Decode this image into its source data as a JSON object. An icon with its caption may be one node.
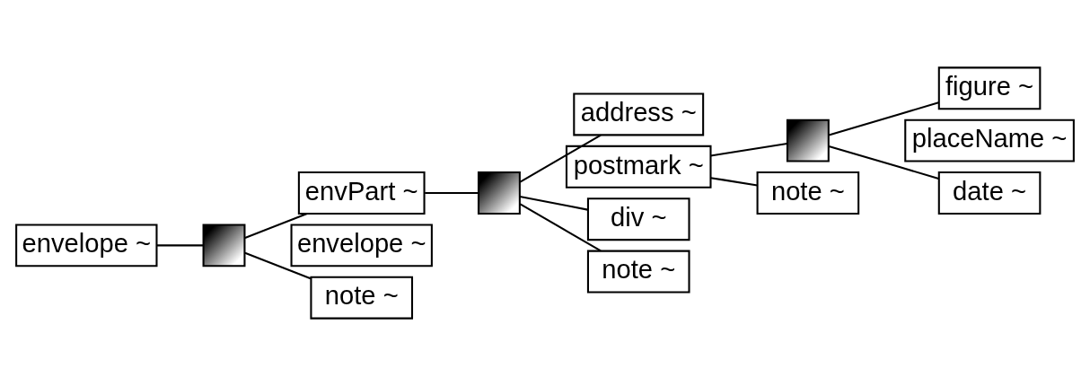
{
  "diagram": {
    "nodes": [
      {
        "text": [
          "envelope ~"
        ]
      },
      {
        "text": [],
        "shape": "box"
      },
      {
        "text": [
          "envPart ~"
        ]
      },
      {
        "text": [],
        "shape": "box"
      },
      {
        "text": [
          "address ~"
        ]
      },
      {
        "text": [
          "postmark ~"
        ]
      },
      {
        "text": [
          "div ~"
        ]
      },
      {
        "text": [
          "note ~"
        ]
      },
      {
        "text": [],
        "shape": "box"
      },
      {
        "text": [
          "figure ~"
        ]
      },
      {
        "text": [
          "placeName ~"
        ]
      },
      {
        "text": [
          "date ~"
        ]
      },
      {
        "text": [
          "note ~"
        ]
      },
      {
        "text": [
          "envelope ~"
        ]
      },
      {
        "text": [
          "note ~"
        ]
      }
    ],
    "edges": [
      {
        "from": 0,
        "to": 1,
        "arrow": "none"
      },
      {
        "from": 1,
        "to": 2,
        "arrow": "none"
      },
      {
        "from": 1,
        "to": 14,
        "arrow": "none"
      },
      {
        "from": 2,
        "to": 3,
        "arrow": "none"
      },
      {
        "from": 3,
        "to": 4,
        "arrow": "none"
      },
      {
        "from": 3,
        "to": 6,
        "arrow": "none"
      },
      {
        "from": 3,
        "to": 7,
        "arrow": "none"
      },
      {
        "from": 5,
        "to": 8,
        "arrow": "none"
      },
      {
        "from": 5,
        "to": 12,
        "arrow": "none"
      },
      {
        "from": 8,
        "to": 9,
        "arrow": "none"
      },
      {
        "from": 8,
        "to": 11,
        "arrow": "none"
      }
    ]
  }
}
